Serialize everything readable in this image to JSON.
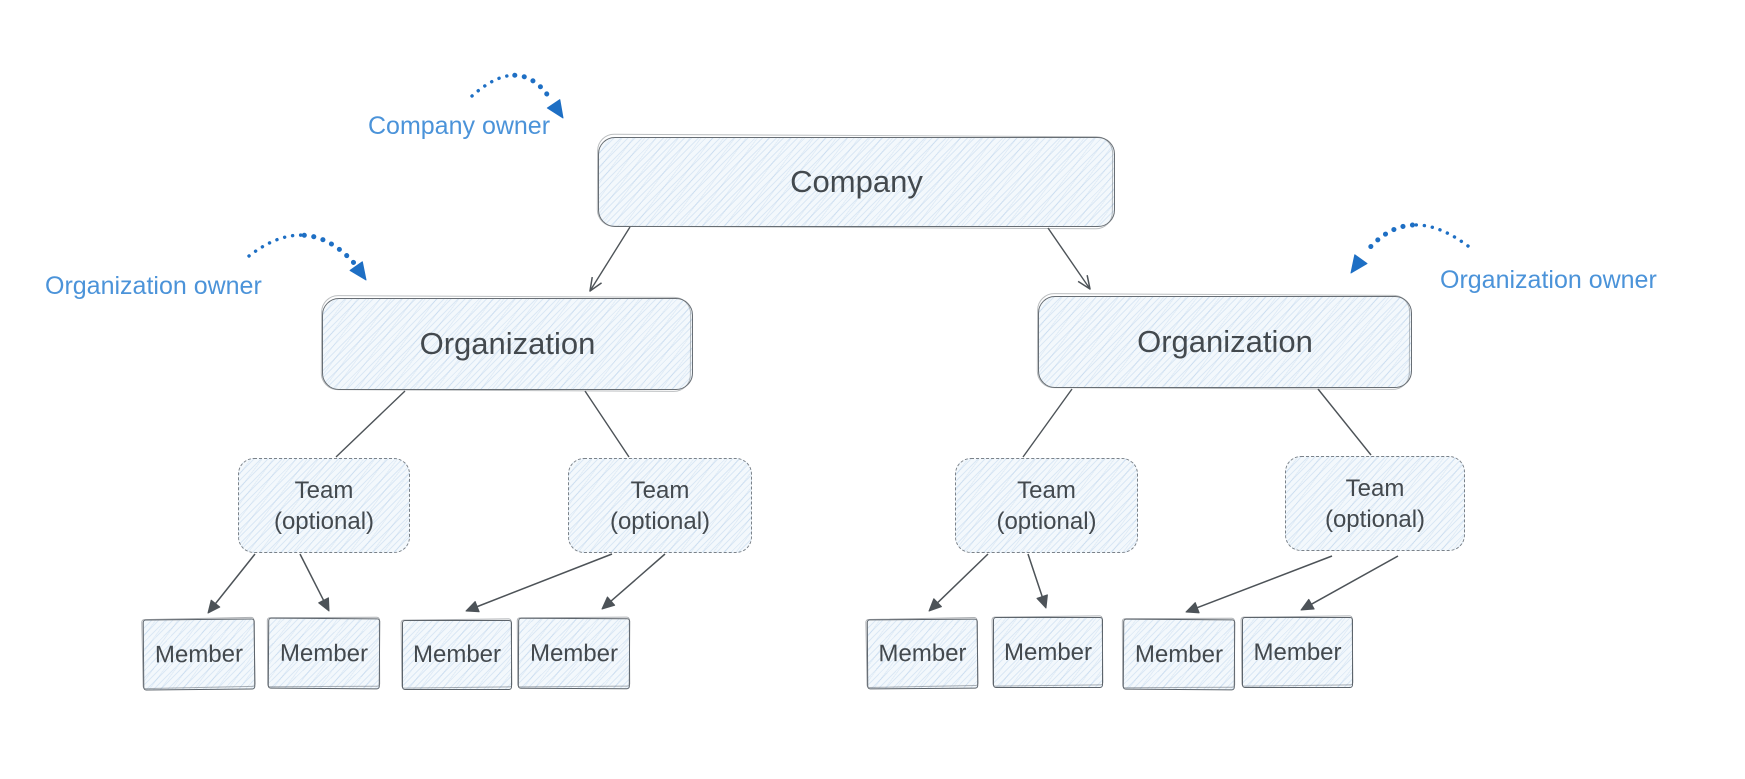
{
  "annotations": {
    "company_owner_label": "Company owner",
    "org_owner_left_label": "Organization owner",
    "org_owner_right_label": "Organization owner"
  },
  "nodes": {
    "company": {
      "label": "Company"
    },
    "organizations": [
      {
        "label": "Organization"
      },
      {
        "label": "Organization"
      }
    ],
    "teams": [
      {
        "title": "Team",
        "subtitle": "(optional)"
      },
      {
        "title": "Team",
        "subtitle": "(optional)"
      },
      {
        "title": "Team",
        "subtitle": "(optional)"
      },
      {
        "title": "Team",
        "subtitle": "(optional)"
      }
    ],
    "members": [
      {
        "label": "Member"
      },
      {
        "label": "Member"
      },
      {
        "label": "Member"
      },
      {
        "label": "Member"
      },
      {
        "label": "Member"
      },
      {
        "label": "Member"
      },
      {
        "label": "Member"
      },
      {
        "label": "Member"
      }
    ]
  },
  "colors": {
    "annotation_arrow_blue": "#1e6fc4",
    "annotation_label_blue": "#4b93d9",
    "connector_gray": "#4d5358",
    "node_border_gray": "#686e74",
    "team_border_dash_gray": "#7b8289",
    "node_fill_light_blue": "#f3f8fc",
    "node_text": "#43494e"
  }
}
